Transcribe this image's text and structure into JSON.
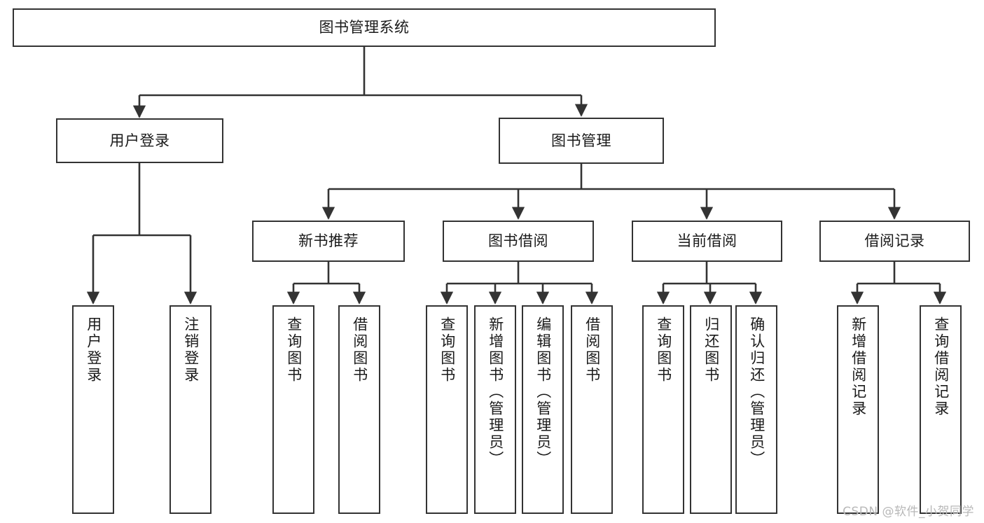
{
  "diagram": {
    "title": "图书管理系统",
    "watermark": "CSDN @软件_小贺同学",
    "colors": {
      "box_border": "#333333",
      "box_fill": "#ffffff",
      "connector": "#333333",
      "text": "#1a1a1a",
      "watermark": "#b8b8b8",
      "background": "#ffffff"
    },
    "root": {
      "label": "图书管理系统"
    },
    "level1": [
      {
        "label": "用户登录"
      },
      {
        "label": "图书管理"
      }
    ],
    "level2": [
      {
        "label": "新书推荐"
      },
      {
        "label": "图书借阅"
      },
      {
        "label": "当前借阅"
      },
      {
        "label": "借阅记录"
      }
    ],
    "leaves": {
      "user_login": [
        {
          "label": "用户登录"
        },
        {
          "label": "注销登录"
        }
      ],
      "new_book_recommend": [
        {
          "label": "查询图书"
        },
        {
          "label": "借阅图书"
        }
      ],
      "book_borrow": [
        {
          "label": "查询图书"
        },
        {
          "label": "新增图书（管理员）"
        },
        {
          "label": "编辑图书（管理员）"
        },
        {
          "label": "借阅图书"
        }
      ],
      "current_borrow": [
        {
          "label": "查询图书"
        },
        {
          "label": "归还图书"
        },
        {
          "label": "确认归还（管理员）"
        }
      ],
      "borrow_record": [
        {
          "label": "新增借阅记录"
        },
        {
          "label": "查询借阅记录"
        }
      ]
    }
  }
}
